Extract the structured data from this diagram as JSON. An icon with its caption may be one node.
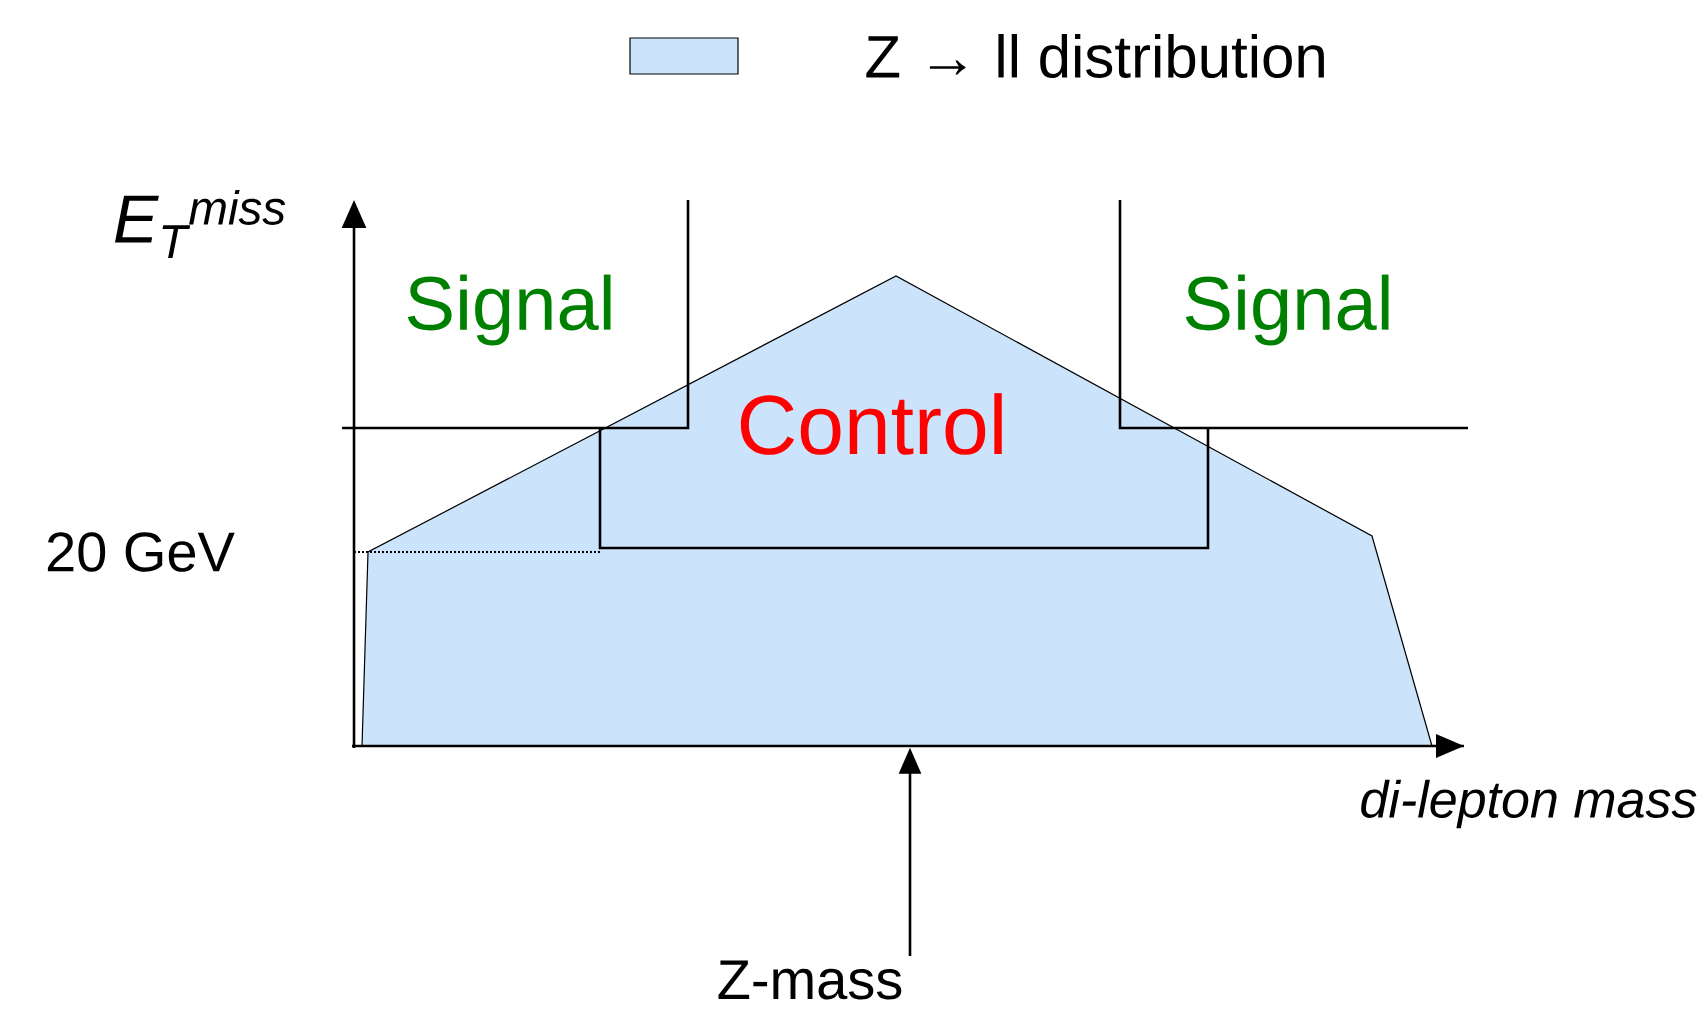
{
  "diagram": {
    "nodes": [
      {
        "text": [
          "Z-mass"
        ]
      },
      {
        "text": [],
        "shape": "bar"
      }
    ],
    "edges": [
      {
        "from": 0,
        "to": 1,
        "arrow": "to"
      }
    ],
    "labels": [
      "E$_{T}$$^{miss}$",
      "Signal",
      "Control",
      "Signal",
      "20 GeV",
      "di-lepton mass"
    ],
    "legend": [
      {
        "text": "Z → ll distribution",
        "color": "#cce4fb"
      }
    ]
  }
}
